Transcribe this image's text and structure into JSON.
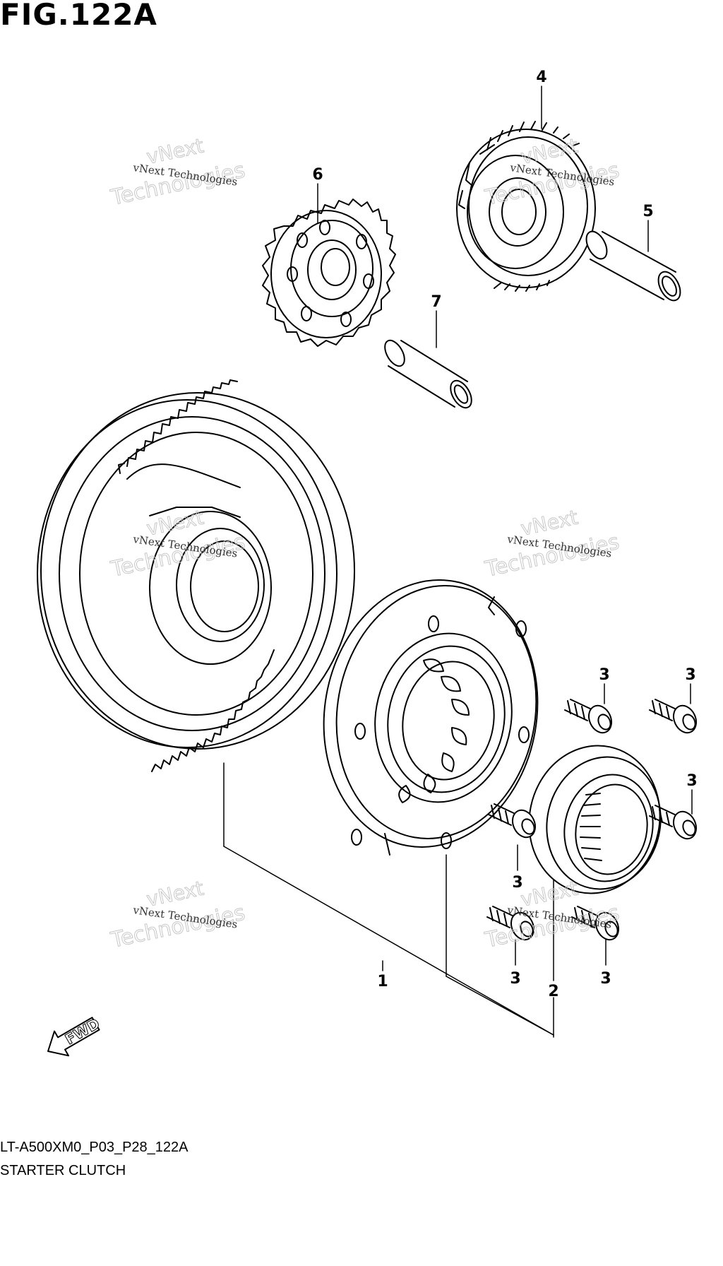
{
  "figure": {
    "title": "FIG.122A",
    "code": "LT-A500XM0_P03_P28_122A",
    "subtitle": "STARTER CLUTCH"
  },
  "callouts": [
    "1",
    "2",
    "3",
    "4",
    "5",
    "6",
    "7"
  ],
  "watermark": {
    "line1": "vNext",
    "line2": "Technologies",
    "small": "vNext Technologies"
  },
  "fwd_label": "FWD"
}
